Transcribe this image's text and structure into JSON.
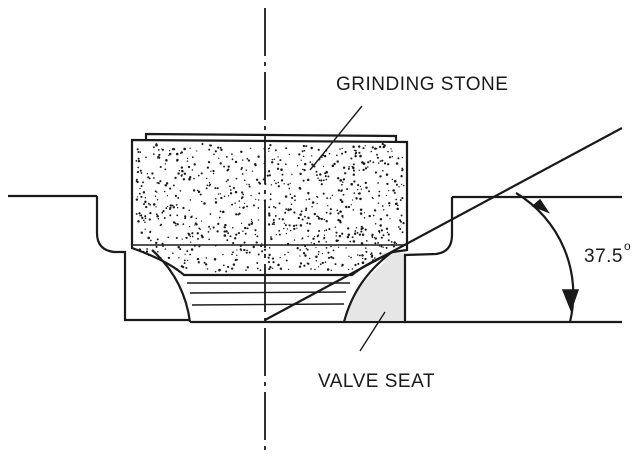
{
  "labels": {
    "grinding_stone": "GRINDING STONE",
    "valve_seat": "VALVE SEAT",
    "angle": "37.5",
    "degree_mark": "o"
  },
  "colors": {
    "ink": "#1a1a1a",
    "seat_shade": "#e6e6e6",
    "background": "#ffffff"
  }
}
